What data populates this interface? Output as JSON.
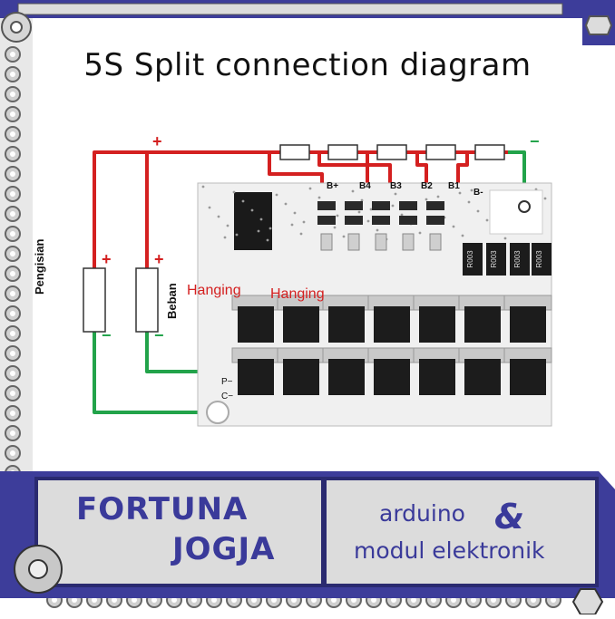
{
  "title": "5S Split connection diagram",
  "labels": {
    "charger": "Pengisian",
    "load": "Beban",
    "hanging_1": "Hanging",
    "hanging_2": "Hanging",
    "plus": "+",
    "minus": "−",
    "b_plus": "B+",
    "b4": "B4",
    "b3": "B3",
    "b2": "B2",
    "b1": "B1",
    "b_minus": "B-",
    "p_minus": "P−",
    "c_minus": "C−"
  },
  "resistor_code": "R003",
  "brand": {
    "line1": "FORTUNA",
    "line2": "JOGJA",
    "tag1": "arduino",
    "amp": "&",
    "tag2": "modul elektronik"
  },
  "colors": {
    "frame": "#3d3d9a",
    "chain": "#c8c8c8",
    "wire_positive": "#d42020",
    "wire_negative": "#22a34a",
    "board": "#f2f2f2",
    "mosfet": "#1c1c1c"
  }
}
